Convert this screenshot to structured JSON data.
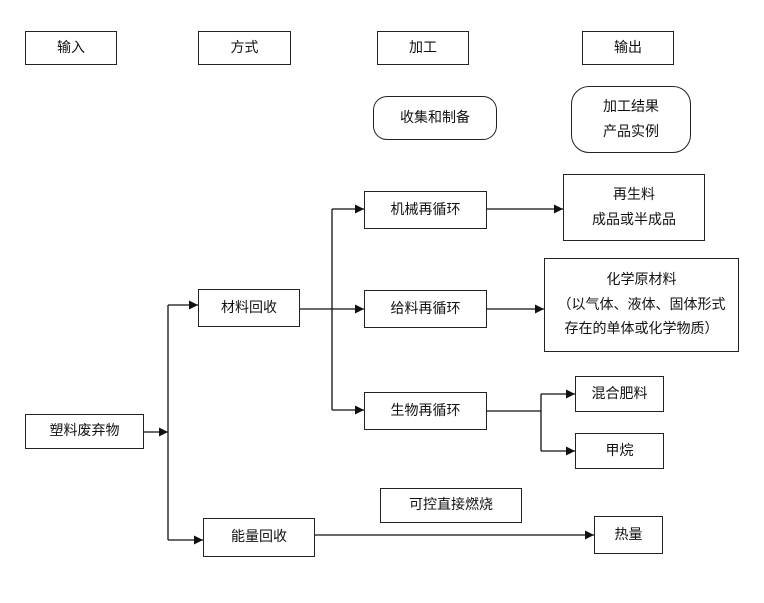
{
  "headers": {
    "input": "输入",
    "method": "方式",
    "process": "加工",
    "output": "输出"
  },
  "process_note": "收集和制备",
  "output_note": {
    "line1": "加工结果",
    "line2": "产品实例"
  },
  "source": "塑料废弃物",
  "methods": {
    "material": "材料回收",
    "energy": "能量回收"
  },
  "processes": {
    "mechanical": "机械再循环",
    "feedstock": "给料再循环",
    "biological": "生物再循环",
    "combustion": "可控直接燃烧"
  },
  "outputs": {
    "recycled": {
      "line1": "再生料",
      "line2": "成品或半成品"
    },
    "chemical": {
      "line1": "化学原材料",
      "line2": "（以气体、液体、固体形式",
      "line3": "存在的单体或化学物质）"
    },
    "compost": "混合肥料",
    "methane": "甲烷",
    "heat": "热量"
  }
}
